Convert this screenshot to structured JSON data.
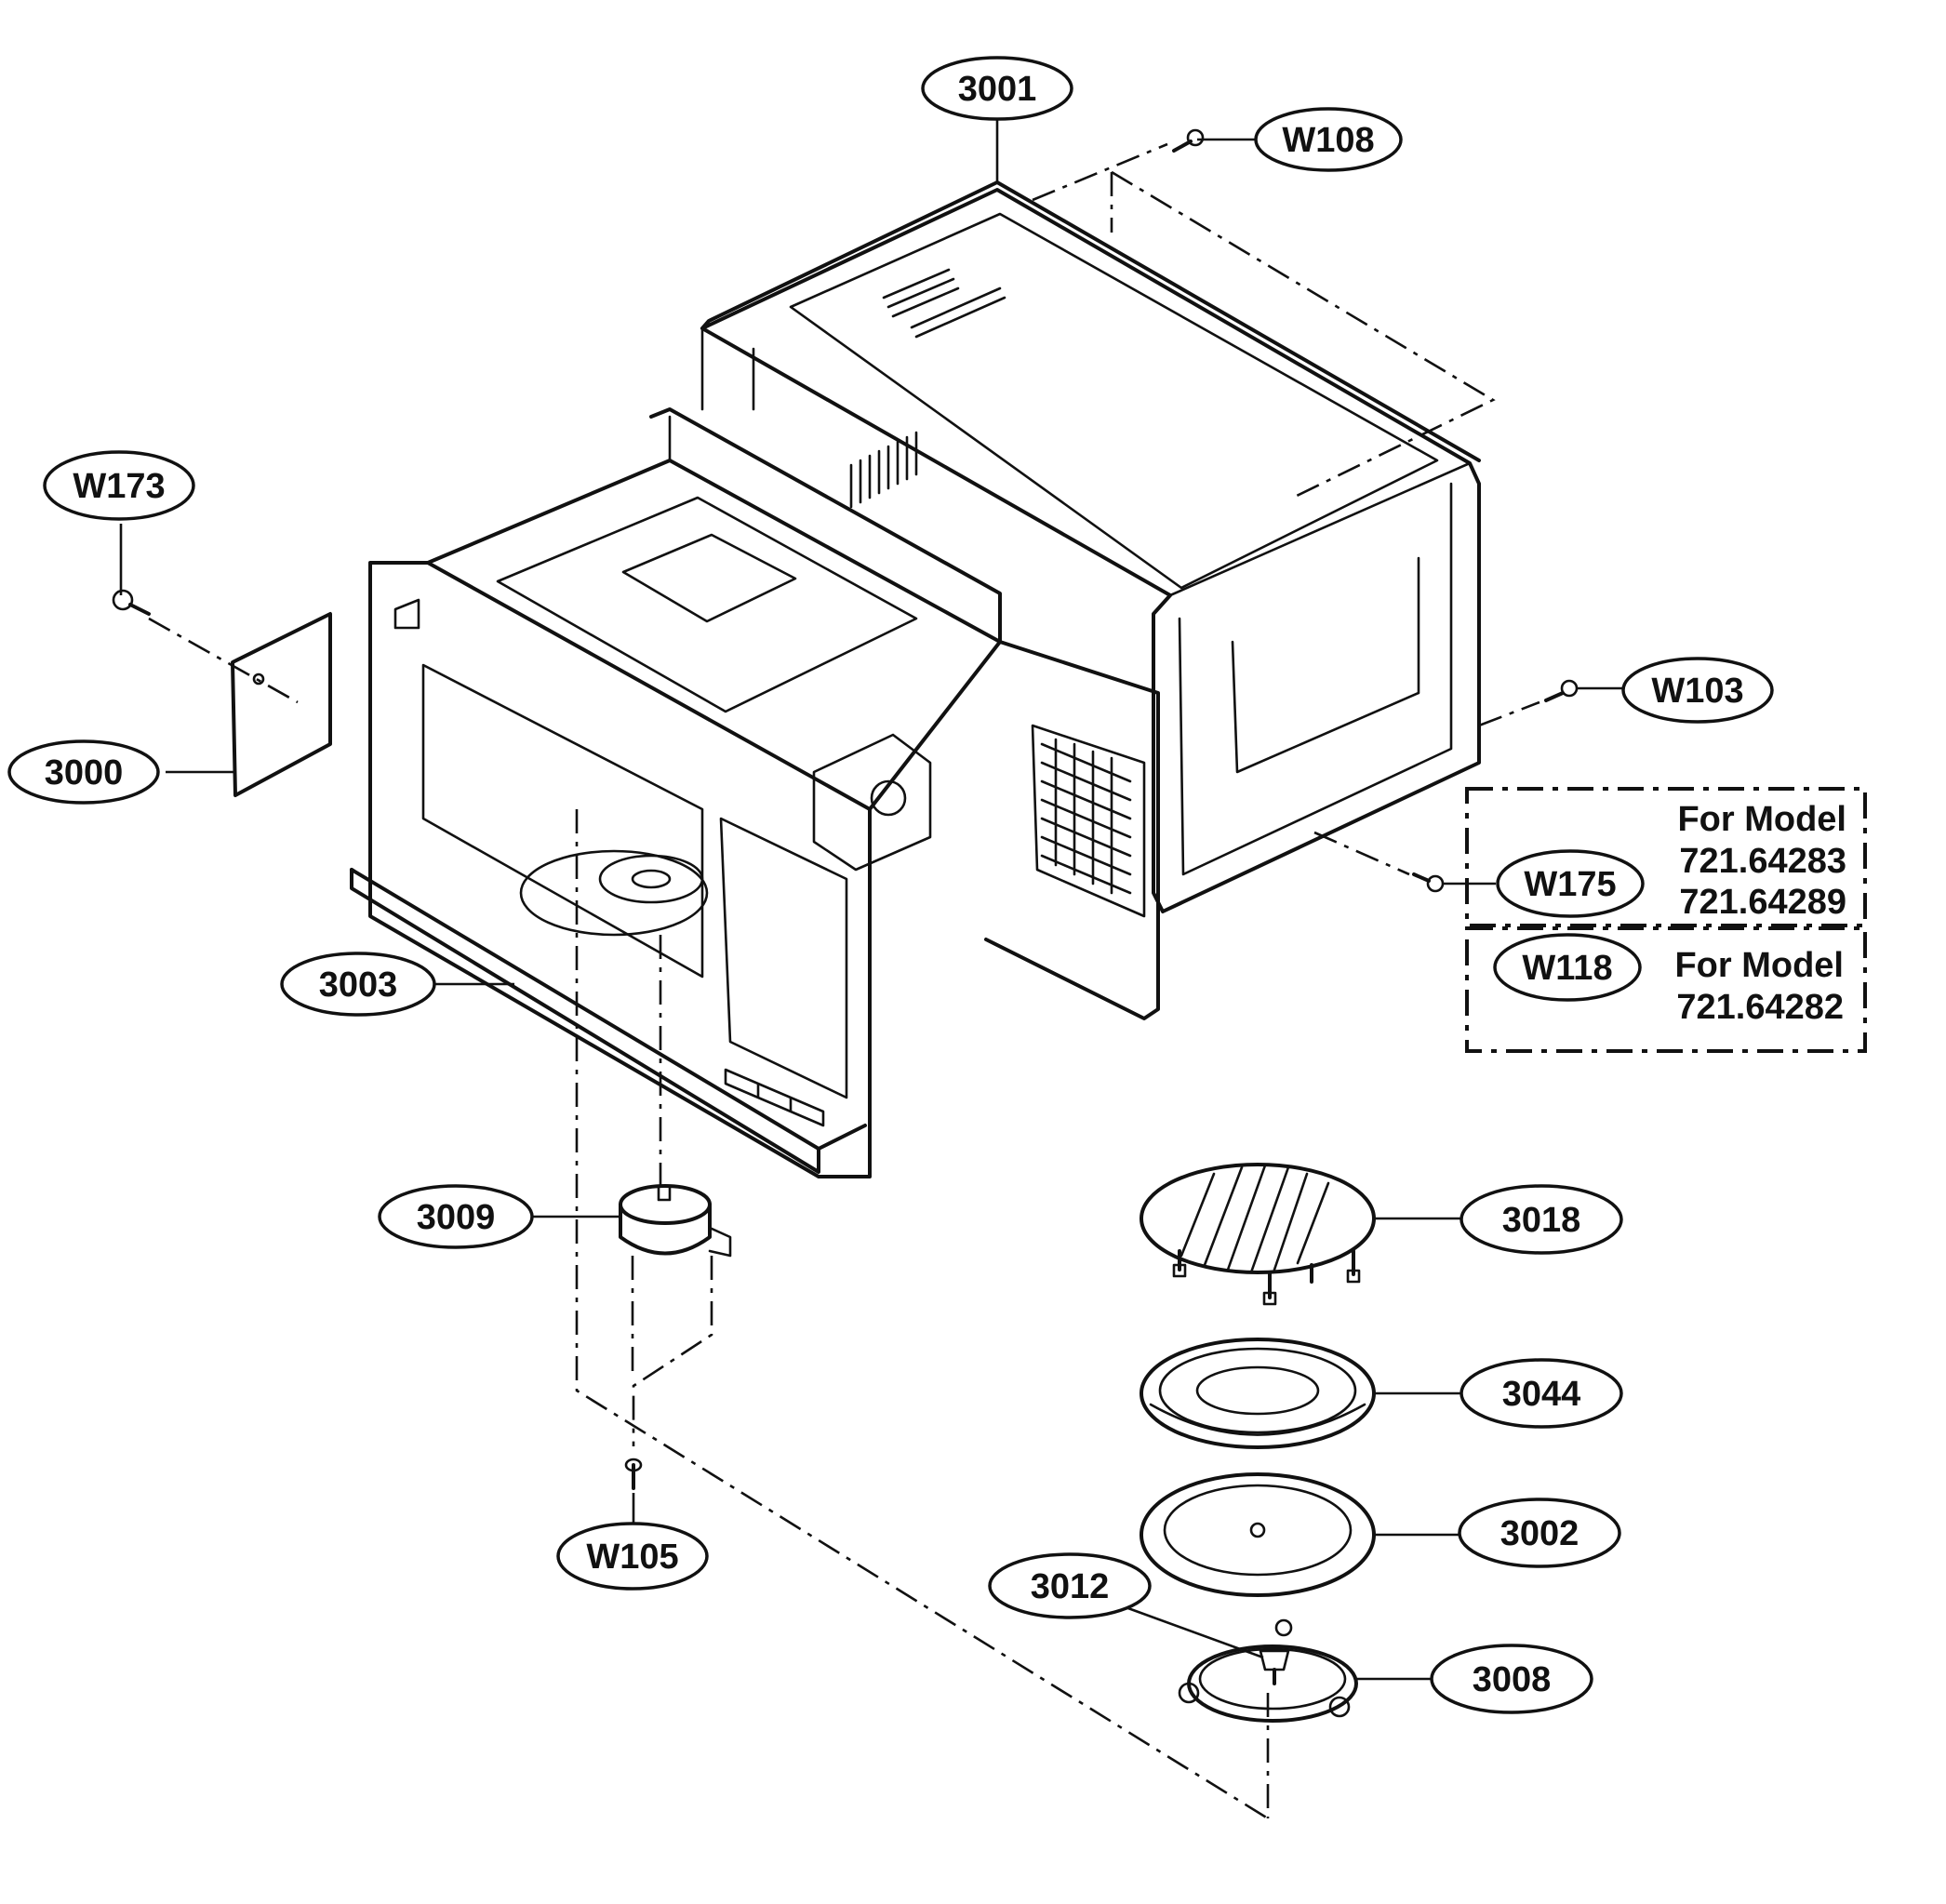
{
  "parts": [
    {
      "id": "3001"
    },
    {
      "id": "W108"
    },
    {
      "id": "W173"
    },
    {
      "id": "3000"
    },
    {
      "id": "W103"
    },
    {
      "id": "W175"
    },
    {
      "id": "W118"
    },
    {
      "id": "3003"
    },
    {
      "id": "3009"
    },
    {
      "id": "3018"
    },
    {
      "id": "3044"
    },
    {
      "id": "3002"
    },
    {
      "id": "3012"
    },
    {
      "id": "3008"
    },
    {
      "id": "W105"
    }
  ],
  "model_notes": [
    {
      "line1": "For Model",
      "line2": "721.64283",
      "line3": "721.64289"
    },
    {
      "line1": "For Model",
      "line2": "721.64282"
    }
  ]
}
